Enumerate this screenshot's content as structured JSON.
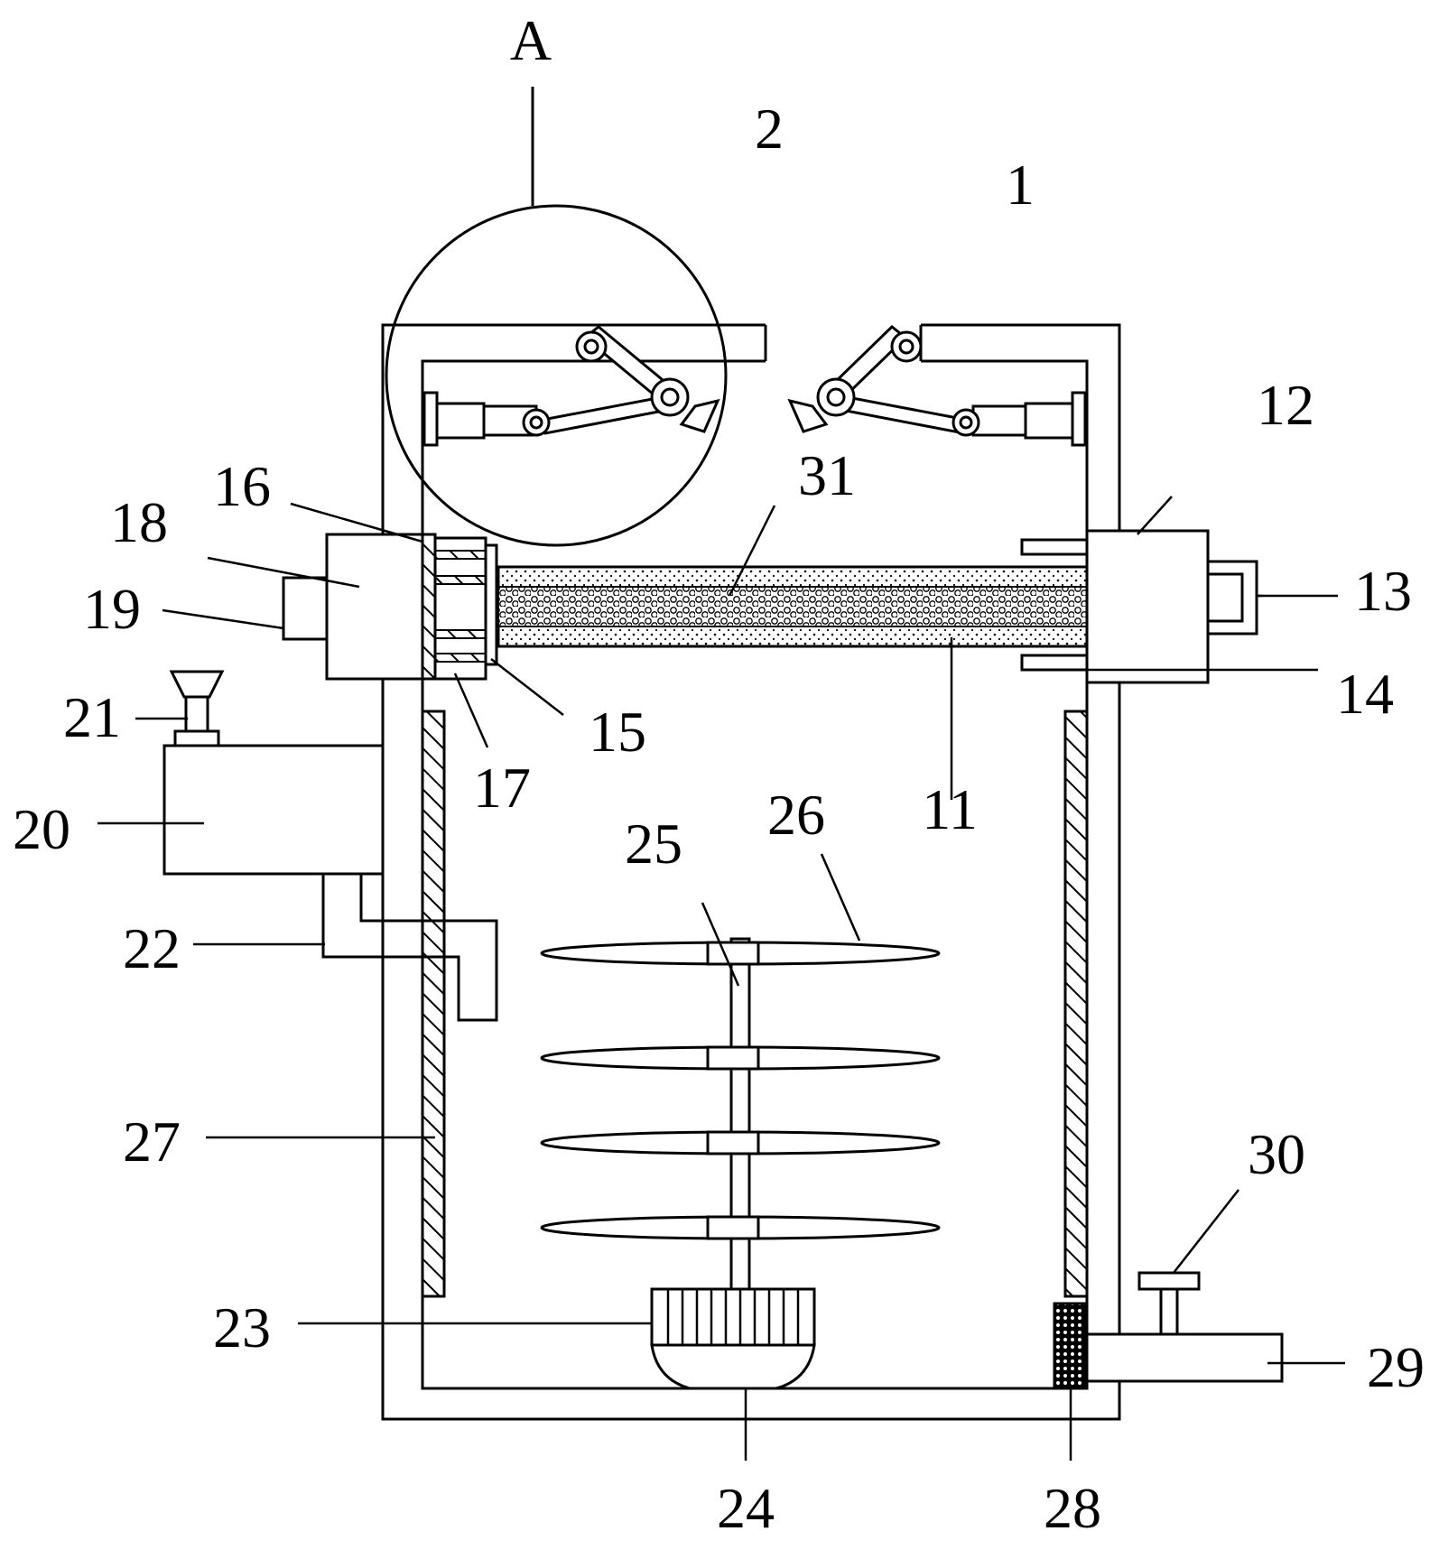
{
  "labels": {
    "A": "A",
    "n1": "1",
    "n2": "2",
    "n11": "11",
    "n12": "12",
    "n13": "13",
    "n14": "14",
    "n15": "15",
    "n16": "16",
    "n17": "17",
    "n18": "18",
    "n19": "19",
    "n20": "20",
    "n21": "21",
    "n22": "22",
    "n23": "23",
    "n24": "24",
    "n25": "25",
    "n26": "26",
    "n27": "27",
    "n28": "28",
    "n29": "29",
    "n30": "30",
    "n31": "31"
  },
  "colors": {
    "line": "#000000",
    "background": "#ffffff"
  }
}
